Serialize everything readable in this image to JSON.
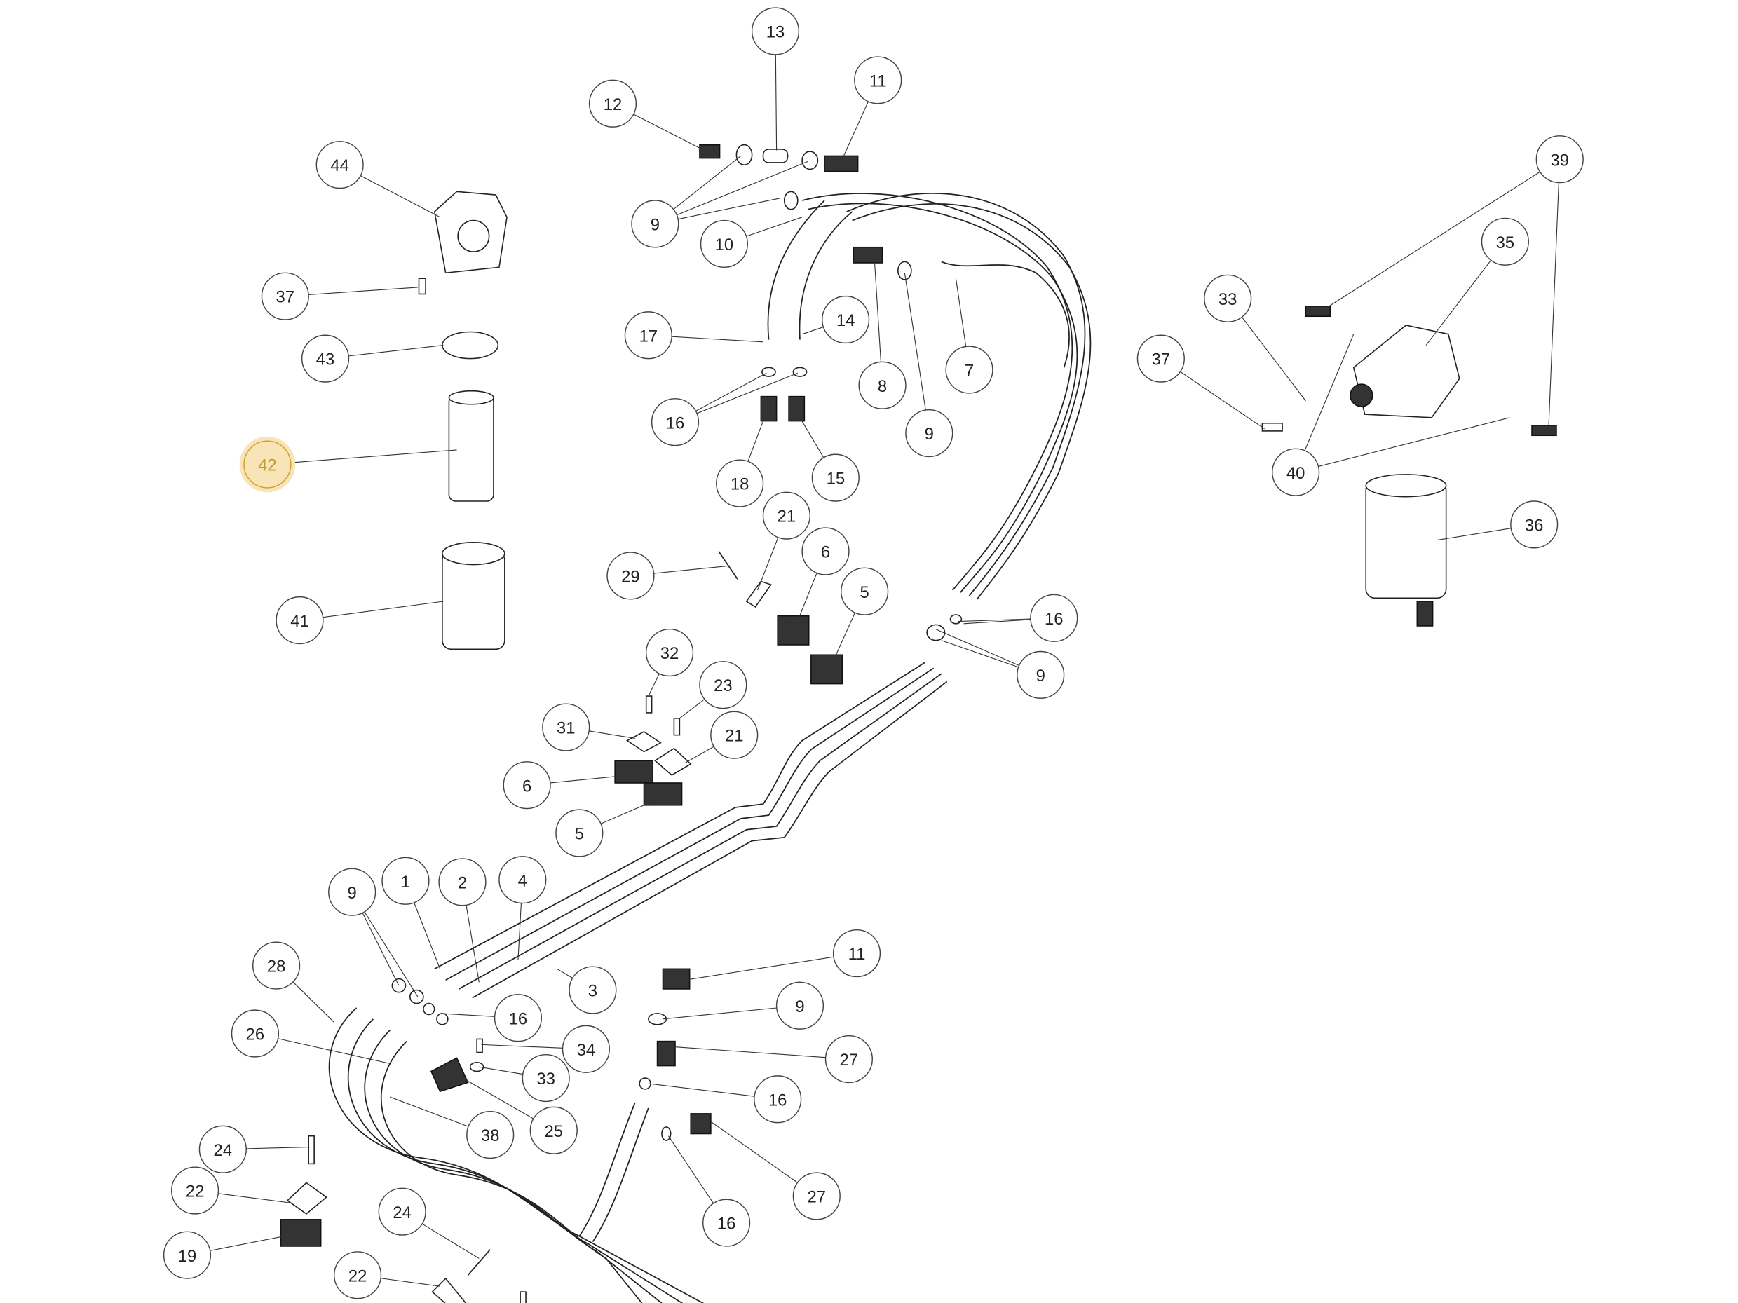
{
  "diagram": {
    "title": "Fuel line and fuel filter exploded parts diagram",
    "highlighted_callout": "42",
    "highlight_color": "#f9e4b8",
    "highlight_text_color": "#c19a2e",
    "callouts": [
      "13",
      "12",
      "11",
      "44",
      "9",
      "10",
      "37",
      "43",
      "17",
      "14",
      "8",
      "9",
      "7",
      "16",
      "18",
      "15",
      "42",
      "21",
      "29",
      "6",
      "5",
      "41",
      "16",
      "9",
      "32",
      "23",
      "31",
      "21",
      "6",
      "5",
      "33",
      "39",
      "35",
      "37",
      "40",
      "36",
      "9",
      "1",
      "2",
      "4",
      "3",
      "16",
      "28",
      "26",
      "11",
      "9",
      "34",
      "33",
      "27",
      "16",
      "25",
      "38",
      "24",
      "27",
      "16",
      "22",
      "19",
      "24",
      "22"
    ]
  }
}
